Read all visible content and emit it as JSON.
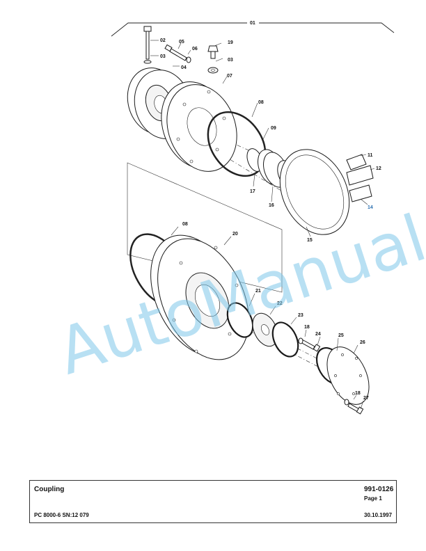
{
  "diagram": {
    "watermark": "AutoManual",
    "labels": {
      "p01": "01",
      "p02": "02",
      "p03a": "03",
      "p03b": "03",
      "p04": "04",
      "p05": "05",
      "p06": "06",
      "p07": "07",
      "p08a": "08",
      "p08b": "08",
      "p09": "09",
      "p11": "11",
      "p12": "12",
      "p14": "14",
      "p15": "15",
      "p16": "16",
      "p17": "17",
      "p18a": "18",
      "p18b": "18",
      "p19": "19",
      "p20": "20",
      "p21": "21",
      "p22": "22",
      "p23": "23",
      "p24": "24",
      "p25": "25",
      "p26": "26",
      "p27": "27"
    }
  },
  "titleblock": {
    "title": "Coupling",
    "doc_number": "991-0126",
    "page": "Page 1",
    "model": "PC 8000-6 SN:12 079",
    "date": "30.10.1997"
  }
}
